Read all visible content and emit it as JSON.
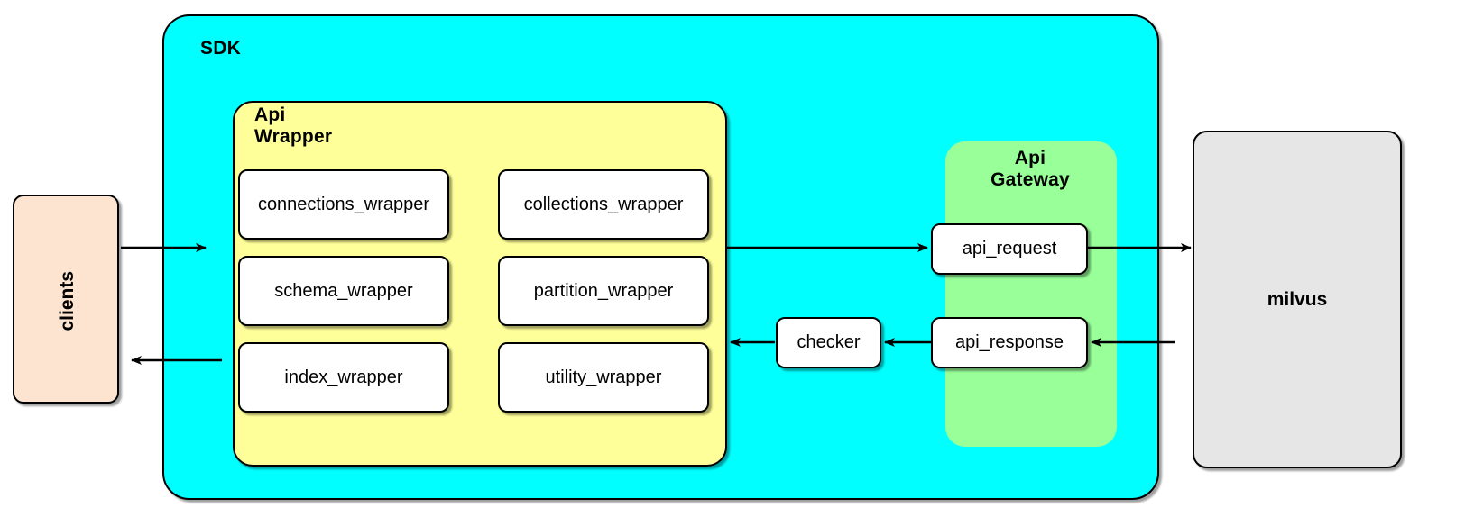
{
  "diagram": {
    "title_hidden": "",
    "containers": {
      "sdk": {
        "label": "SDK",
        "color": "#00FFFF"
      },
      "api_wrapper": {
        "label": "Api\nWrapper",
        "color": "#FFFF99"
      },
      "api_gateway": {
        "label": "Api\nGateway",
        "color": "#99FF99"
      }
    },
    "api_wrapper_modules": [
      {
        "label": "connections_wrapper"
      },
      {
        "label": "collections_wrapper"
      },
      {
        "label": "schema_wrapper"
      },
      {
        "label": "partition_wrapper"
      },
      {
        "label": "index_wrapper"
      },
      {
        "label": "utility_wrapper"
      }
    ],
    "api_gateway_modules": [
      {
        "label": "api_request"
      },
      {
        "label": "api_response"
      }
    ],
    "checker": {
      "label": "checker",
      "color": "#FFFFFF"
    },
    "external": {
      "clients": {
        "label": "clients",
        "color": "#FCE4D0"
      },
      "milvus": {
        "label": "milvus",
        "color": "#E6E6E6"
      }
    },
    "edges": [
      {
        "from": "clients",
        "to": "api_wrapper",
        "direction": "right"
      },
      {
        "from": "api_wrapper",
        "to": "clients",
        "direction": "left"
      },
      {
        "from": "api_wrapper",
        "to": "api_request",
        "direction": "right"
      },
      {
        "from": "api_request",
        "to": "milvus",
        "direction": "right"
      },
      {
        "from": "milvus",
        "to": "api_response",
        "direction": "left"
      },
      {
        "from": "api_response",
        "to": "checker",
        "direction": "left"
      },
      {
        "from": "checker",
        "to": "api_wrapper",
        "direction": "left"
      }
    ]
  }
}
